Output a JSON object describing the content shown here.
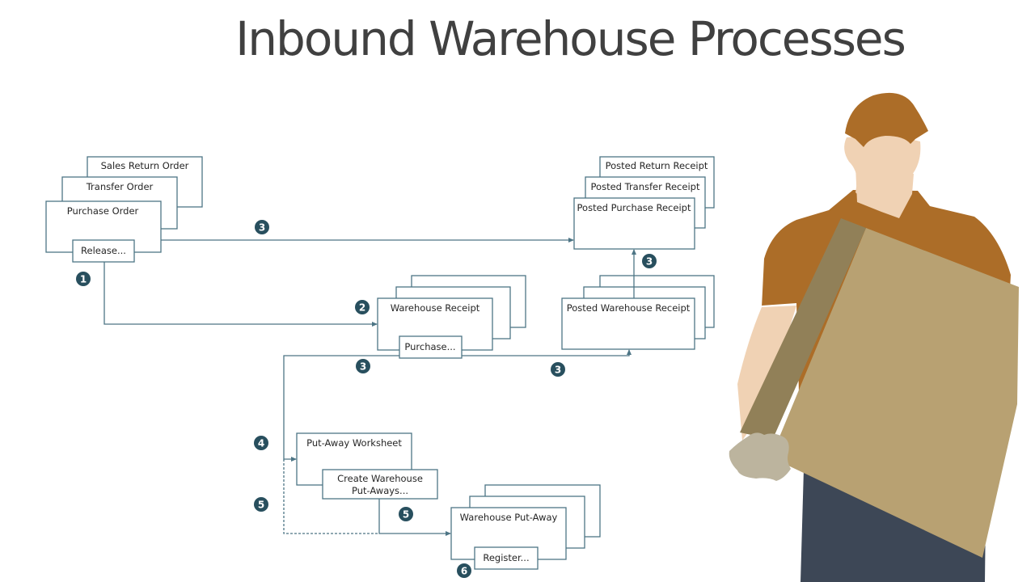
{
  "title": "Inbound Warehouse Processes",
  "source_documents": {
    "back": "Sales Return Order",
    "middle": "Transfer Order",
    "front": "Purchase Order",
    "action": "Release..."
  },
  "posted_documents": {
    "back": "Posted Return Receipt",
    "middle": "Posted Transfer Receipt",
    "front": "Posted Purchase Receipt"
  },
  "warehouse_receipt": {
    "label": "Warehouse Receipt",
    "action": "Purchase..."
  },
  "posted_warehouse_receipt": {
    "label": "Posted Warehouse Receipt"
  },
  "put_away_worksheet": {
    "label": "Put-Away Worksheet",
    "action_line1": "Create Warehouse",
    "action_line2": "Put-Aways..."
  },
  "warehouse_put_away": {
    "label": "Warehouse Put-Away",
    "action": "Register..."
  },
  "steps": {
    "s1": "1",
    "s2": "2",
    "s3a": "3",
    "s3b": "3",
    "s3c": "3",
    "s3d": "3",
    "s4": "4",
    "s5a": "5",
    "s5b": "5",
    "s6": "6"
  },
  "colors": {
    "line": "#4d7585",
    "badge": "#284f5e",
    "cap": "#ac6d28",
    "skin": "#f0d2b4",
    "box": "#b8a172",
    "box_tape": "#918058",
    "glove": "#bcb49e",
    "pants": "#3d4756"
  }
}
